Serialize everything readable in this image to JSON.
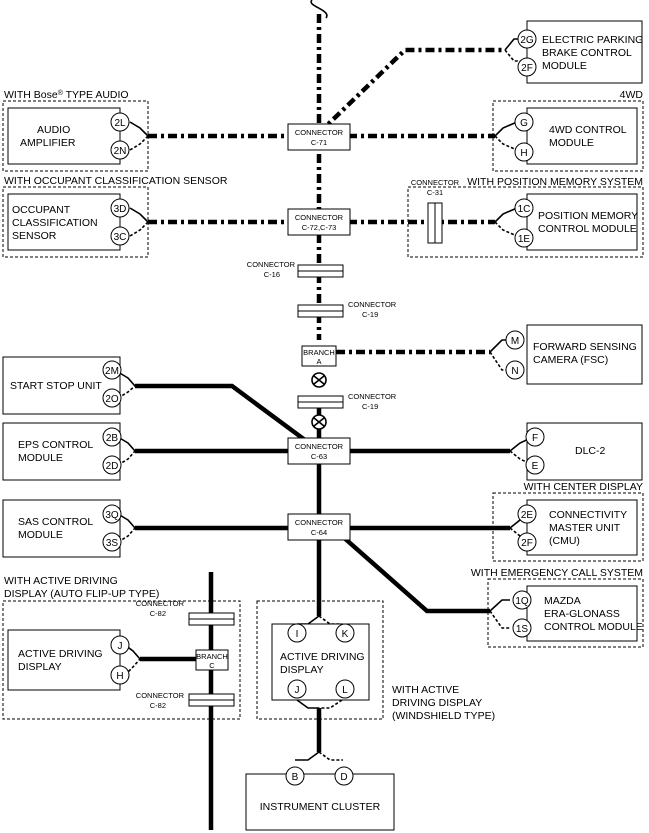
{
  "modules": {
    "epb": {
      "lines": [
        "ELECTRIC PARKING",
        "BRAKE CONTROL",
        "MODULE"
      ],
      "pins": [
        "2G",
        "2F"
      ]
    },
    "audio": {
      "lines": [
        "AUDIO",
        "AMPLIFIER"
      ],
      "pins": [
        "2L",
        "2N"
      ]
    },
    "fourwd": {
      "lines": [
        "4WD CONTROL",
        "MODULE"
      ],
      "pins": [
        "G",
        "H"
      ]
    },
    "ocs": {
      "lines": [
        "OCCUPANT",
        "CLASSIFICATION",
        "SENSOR"
      ],
      "pins": [
        "3D",
        "3C"
      ]
    },
    "posmem": {
      "lines": [
        "POSITION MEMORY",
        "CONTROL MODULE"
      ],
      "pins": [
        "1C",
        "1E"
      ]
    },
    "fsc": {
      "lines": [
        "FORWARD SENSING",
        "CAMERA (FSC)"
      ],
      "pins": [
        "M",
        "N"
      ]
    },
    "startstop": {
      "lines": [
        "START STOP UNIT"
      ],
      "pins": [
        "2M",
        "2O"
      ]
    },
    "eps": {
      "lines": [
        "EPS CONTROL",
        "MODULE"
      ],
      "pins": [
        "2B",
        "2D"
      ]
    },
    "dlc": {
      "lines": [
        "DLC-2"
      ],
      "pins": [
        "F",
        "E"
      ]
    },
    "sas": {
      "lines": [
        "SAS CONTROL",
        "MODULE"
      ],
      "pins": [
        "3Q",
        "3S"
      ]
    },
    "cmu": {
      "lines": [
        "CONNECTIVITY",
        "MASTER UNIT",
        "(CMU)"
      ],
      "pins": [
        "2E",
        "2F"
      ]
    },
    "era": {
      "lines": [
        "MAZDA",
        "ERA-GLONASS",
        "CONTROL MODULE"
      ],
      "pins": [
        "1Q",
        "1S"
      ]
    },
    "adflip": {
      "lines": [
        "ACTIVE DRIVING",
        "DISPLAY"
      ],
      "pins": [
        "J",
        "H"
      ]
    },
    "adwind": {
      "lines": [
        "ACTIVE DRIVING",
        "DISPLAY"
      ],
      "pins": [
        "I",
        "K",
        "J",
        "L"
      ]
    },
    "cluster": {
      "lines": [
        "INSTRUMENT CLUSTER"
      ],
      "pins": [
        "B",
        "D"
      ]
    }
  },
  "groups": {
    "bose": "WITH Bose",
    "bose_mark": "®",
    "bose_suffix": " TYPE AUDIO",
    "fourwd": "4WD",
    "ocs": "WITH OCCUPANT CLASSIFICATION SENSOR",
    "posmem": "WITH POSITION MEMORY SYSTEM",
    "center": "WITH CENTER DISPLAY",
    "emergency": "WITH EMERGENCY CALL SYSTEM",
    "adflip": [
      "WITH ACTIVE DRIVING",
      "DISPLAY (AUTO FLIP-UP TYPE)"
    ],
    "adwind": [
      "WITH ACTIVE",
      "DRIVING DISPLAY",
      "(WINDSHIELD TYPE)"
    ]
  },
  "connectors": {
    "c71": [
      "CONNECTOR",
      "C-71"
    ],
    "c7273": [
      "CONNECTOR",
      "C-72,C-73"
    ],
    "c63": [
      "CONNECTOR",
      "C-63"
    ],
    "c64": [
      "CONNECTOR",
      "C-64"
    ],
    "c16": [
      "CONNECTOR",
      "C-16"
    ],
    "c19a": [
      "CONNECTOR",
      "C-19"
    ],
    "c19b": [
      "CONNECTOR",
      "C-19"
    ],
    "c31": [
      "CONNECTOR",
      "C-31"
    ],
    "c82a": [
      "CONNECTOR",
      "C-82"
    ],
    "c82b": [
      "CONNECTOR",
      "C-82"
    ],
    "brancha": [
      "BRANCH",
      "A"
    ],
    "branchc": [
      "BRANCH",
      "C"
    ]
  }
}
